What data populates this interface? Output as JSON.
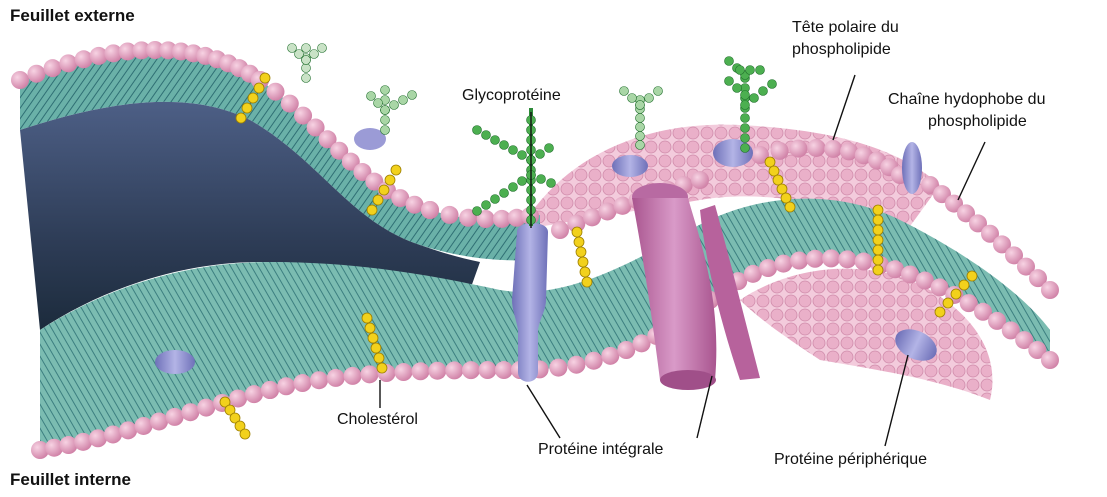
{
  "labels": {
    "outer_leaflet": "Feuillet externe",
    "inner_leaflet": "Feuillet interne",
    "glycoprotein": "Glycoprotéine",
    "polar_head_line1": "Tête polaire du",
    "polar_head_line2": "phospholipide",
    "hydrophobic_chain_line1": "Chaîne hydophobe du",
    "hydrophobic_chain_line2": "phospholipide",
    "cholesterol": "Cholestérol",
    "integral_protein": "Protéine intégrale",
    "peripheral_protein": "Protéine périphérique"
  },
  "colors": {
    "polar_head": "#e7a2c1",
    "polar_head_dark": "#c9799f",
    "tail_layer": "#5fa8a0",
    "tail_layer_dark": "#2f6f74",
    "interior": "#3a4f6b",
    "cholesterol": "#f2d11c",
    "glycan": "#4caf50",
    "integral_protein": "#c77ab2",
    "purple_protein": "#8f8fd2",
    "leader_line": "#111111"
  }
}
